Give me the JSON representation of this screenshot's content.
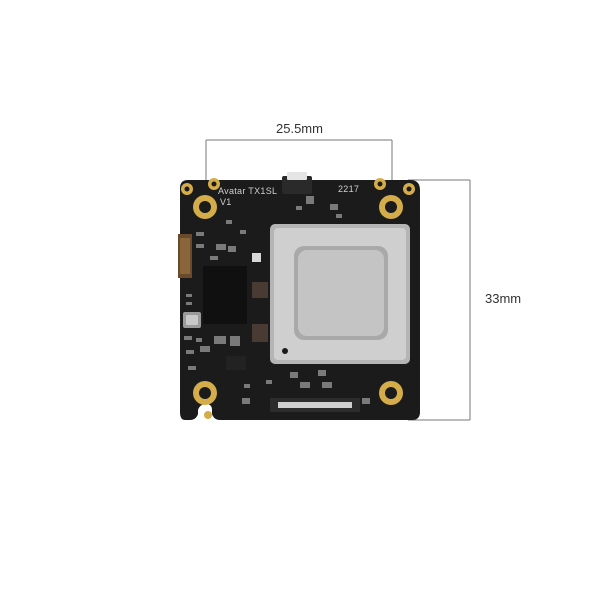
{
  "dimensions": {
    "width_label": "25.5mm",
    "height_label": "33mm"
  },
  "board": {
    "model_text": "Avatar TX1SL",
    "version_text": "V1",
    "date_code": "2217"
  },
  "colors": {
    "pcb": "#1a1a1a",
    "pad_gold": "#d9b24c",
    "shield": "#c9c9c9",
    "dimension_line": "#666666"
  }
}
